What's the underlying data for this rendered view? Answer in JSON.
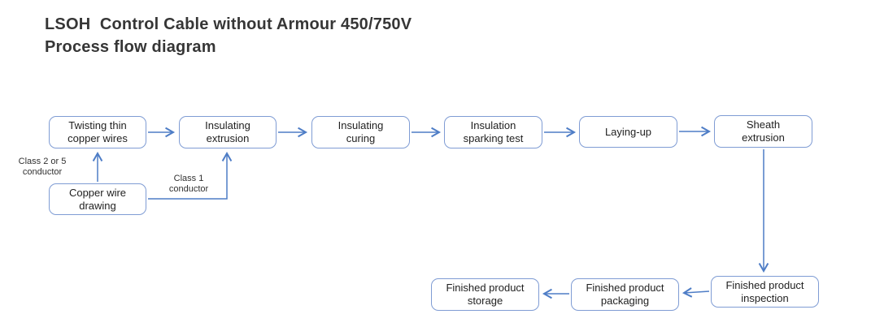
{
  "title": {
    "text": "LSOH  Control Cable without Armour 450/750V\nProcess flow diagram"
  },
  "nodes": {
    "twisting": "Twisting thin\ncopper wires",
    "insulating_extrusion": "Insulating\nextrusion",
    "insulating_curing": "Insulating\ncuring",
    "insulation_sparking_test": "Insulation\nsparking test",
    "laying_up": "Laying-up",
    "sheath_extrusion": "Sheath\nextrusion",
    "copper_wire_drawing": "Copper wire\ndrawing",
    "finished_product_inspection": "Finished product\ninspection",
    "finished_product_packaging": "Finished product\npackaging",
    "finished_product_storage": "Finished product\nstorage"
  },
  "annotations": {
    "class_2_or_5": "Class 2 or 5\nconductor",
    "class_1": "Class 1\nconductor"
  },
  "colors": {
    "box_border": "#7f9cd4",
    "arrow": "#4e7dc6",
    "box_text": "#1f1f1f",
    "title_text": "#363636",
    "annotation_text": "#303030",
    "background": "#ffffff"
  }
}
